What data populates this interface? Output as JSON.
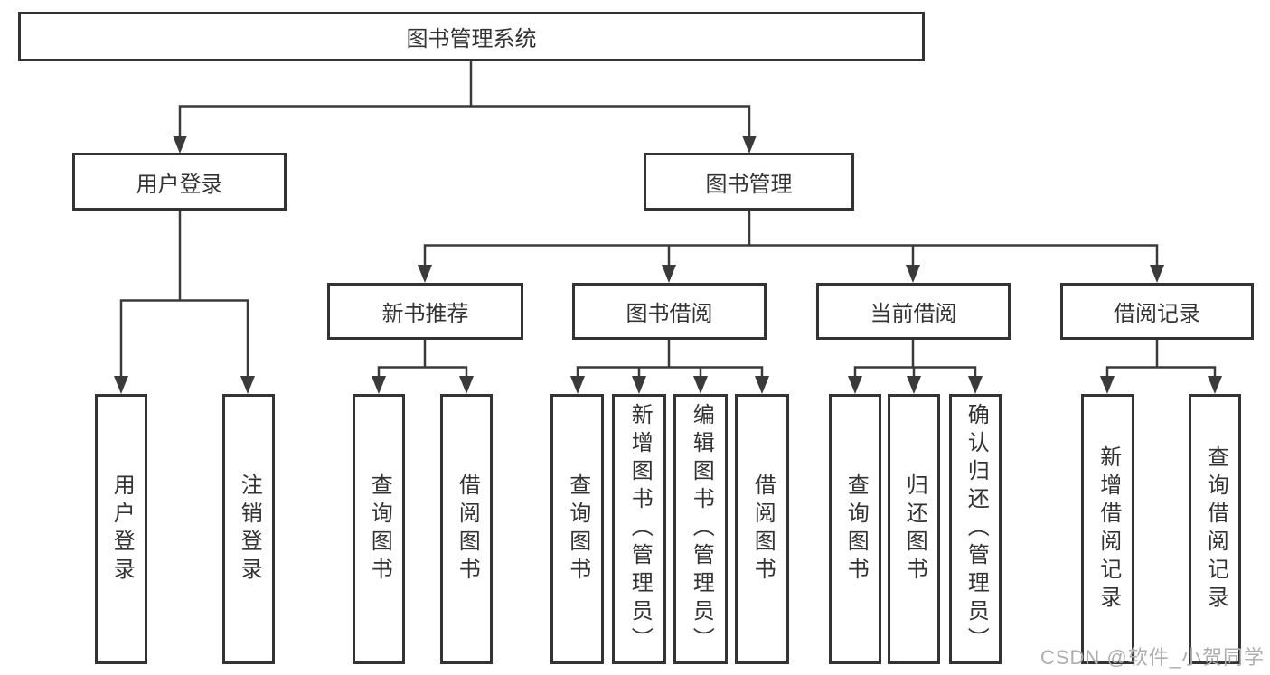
{
  "diagram_title": "图书管理系统",
  "tree": {
    "label": "图书管理系统",
    "children": [
      {
        "label": "用户登录",
        "children": [
          {
            "label": "用户登录"
          },
          {
            "label": "注销登录"
          }
        ]
      },
      {
        "label": "图书管理",
        "children": [
          {
            "label": "新书推荐",
            "children": [
              {
                "label": "查询图书"
              },
              {
                "label": "借阅图书"
              }
            ]
          },
          {
            "label": "图书借阅",
            "children": [
              {
                "label": "查询图书"
              },
              {
                "label": "新增图书（管理员）"
              },
              {
                "label": "编辑图书（管理员）"
              },
              {
                "label": "借阅图书"
              }
            ]
          },
          {
            "label": "当前借阅",
            "children": [
              {
                "label": "查询图书"
              },
              {
                "label": "归还图书"
              },
              {
                "label": "确认归还（管理员）"
              }
            ]
          },
          {
            "label": "借阅记录",
            "children": [
              {
                "label": "新增借阅记录"
              },
              {
                "label": "查询借阅记录"
              }
            ]
          }
        ]
      }
    ]
  },
  "watermark": "CSDN @软件_小贺同学",
  "colors": {
    "line": "#3a3a3a",
    "border": "#333333",
    "text": "#333333",
    "watermark": "#aeaeae"
  }
}
